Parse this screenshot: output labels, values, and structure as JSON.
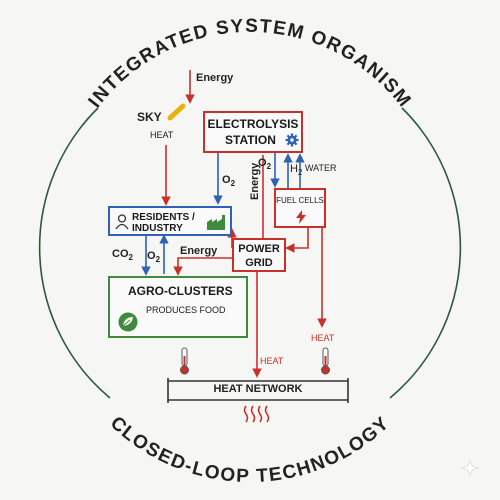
{
  "title_top": "INTEGRATED SYSTEM ORGANISM",
  "title_bottom": "CLOSED-LOOP TECHNOLOGY",
  "nodes": {
    "electrolysis": {
      "line1": "ELECTROLYSIS",
      "line2": "STATION"
    },
    "residents": {
      "text": "RESIDENTS / INDUSTRY"
    },
    "fuel_cells": {
      "text": "FUEL CELLS"
    },
    "power_grid": {
      "line1": "POWER",
      "line2": "GRID"
    },
    "agro": {
      "title": "AGRO-CLUSTERS",
      "subtitle": "PRODUCES FOOD"
    },
    "heat_network": {
      "text": "HEAT NETWORK"
    }
  },
  "labels": {
    "energy_top": "Energy",
    "sky": "SKY",
    "heat_sky": "HEAT",
    "o2_left": "O",
    "o2_left_sub": "2",
    "o2_right": "O",
    "o2_right_sub": "2",
    "h2": "H",
    "h2_sub": "2",
    "water": "WATER",
    "energy_vertical": "Energy",
    "co2": "CO",
    "co2_sub": "2",
    "o2_agro": "O",
    "o2_agro_sub": "2",
    "energy_grid": "Energy",
    "heat_grid": "HEAT",
    "heat_fuel": "HEAT"
  },
  "colors": {
    "red": "#c8302c",
    "blue": "#2f62b3",
    "green": "#3f8a3c",
    "circle": "#2d5a3d"
  }
}
